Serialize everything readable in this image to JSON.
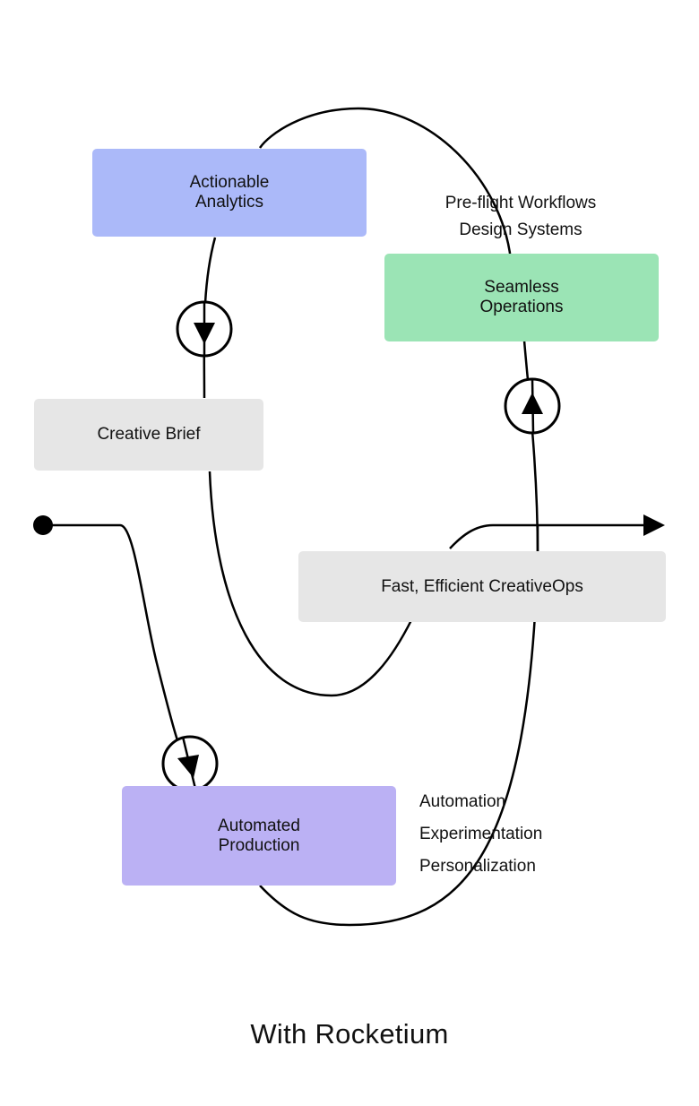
{
  "colors": {
    "analytics": "#abb9f9",
    "operations": "#9be4b5",
    "neutral": "#e6e6e6",
    "production": "#bbb1f4",
    "line": "#000000"
  },
  "nodes": {
    "analytics": {
      "line1": "Actionable",
      "line2": "Analytics"
    },
    "operations": {
      "line1": "Seamless",
      "line2": "Operations"
    },
    "brief": {
      "label": "Creative Brief"
    },
    "creativeops": {
      "label": "Fast, Efficient CreativeOps"
    },
    "production": {
      "line1": "Automated",
      "line2": "Production"
    }
  },
  "notes": {
    "operations": [
      "Pre-flight Workflows",
      "Design Systems"
    ],
    "production": [
      "Automation",
      "Experimentation",
      "Personalization"
    ]
  },
  "caption": "With Rocketium"
}
